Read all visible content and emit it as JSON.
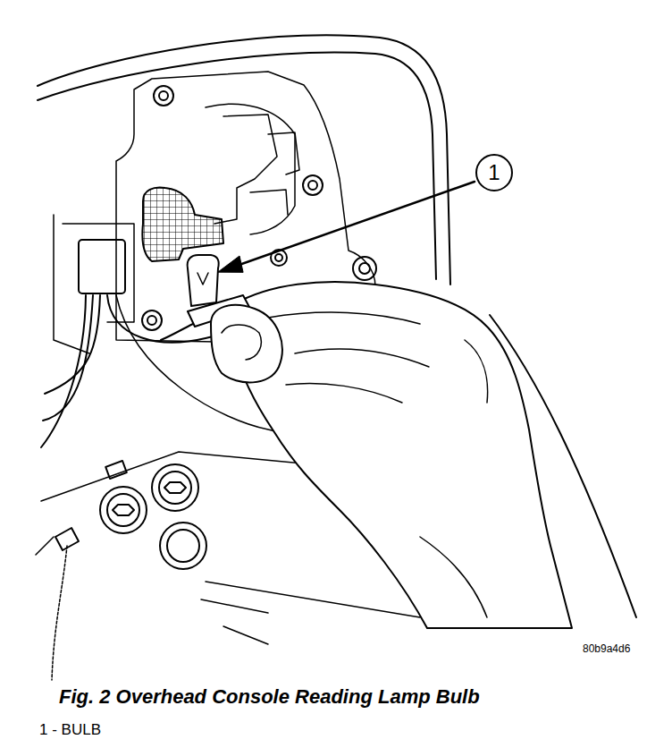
{
  "diagram": {
    "caption": "Fig. 2 Overhead Console Reading Lamp Bulb",
    "nodes": [
      {
        "text": [
          "1"
        ]
      }
    ],
    "labels": [
      "80b9a4d6",
      "1 - BULB"
    ]
  }
}
